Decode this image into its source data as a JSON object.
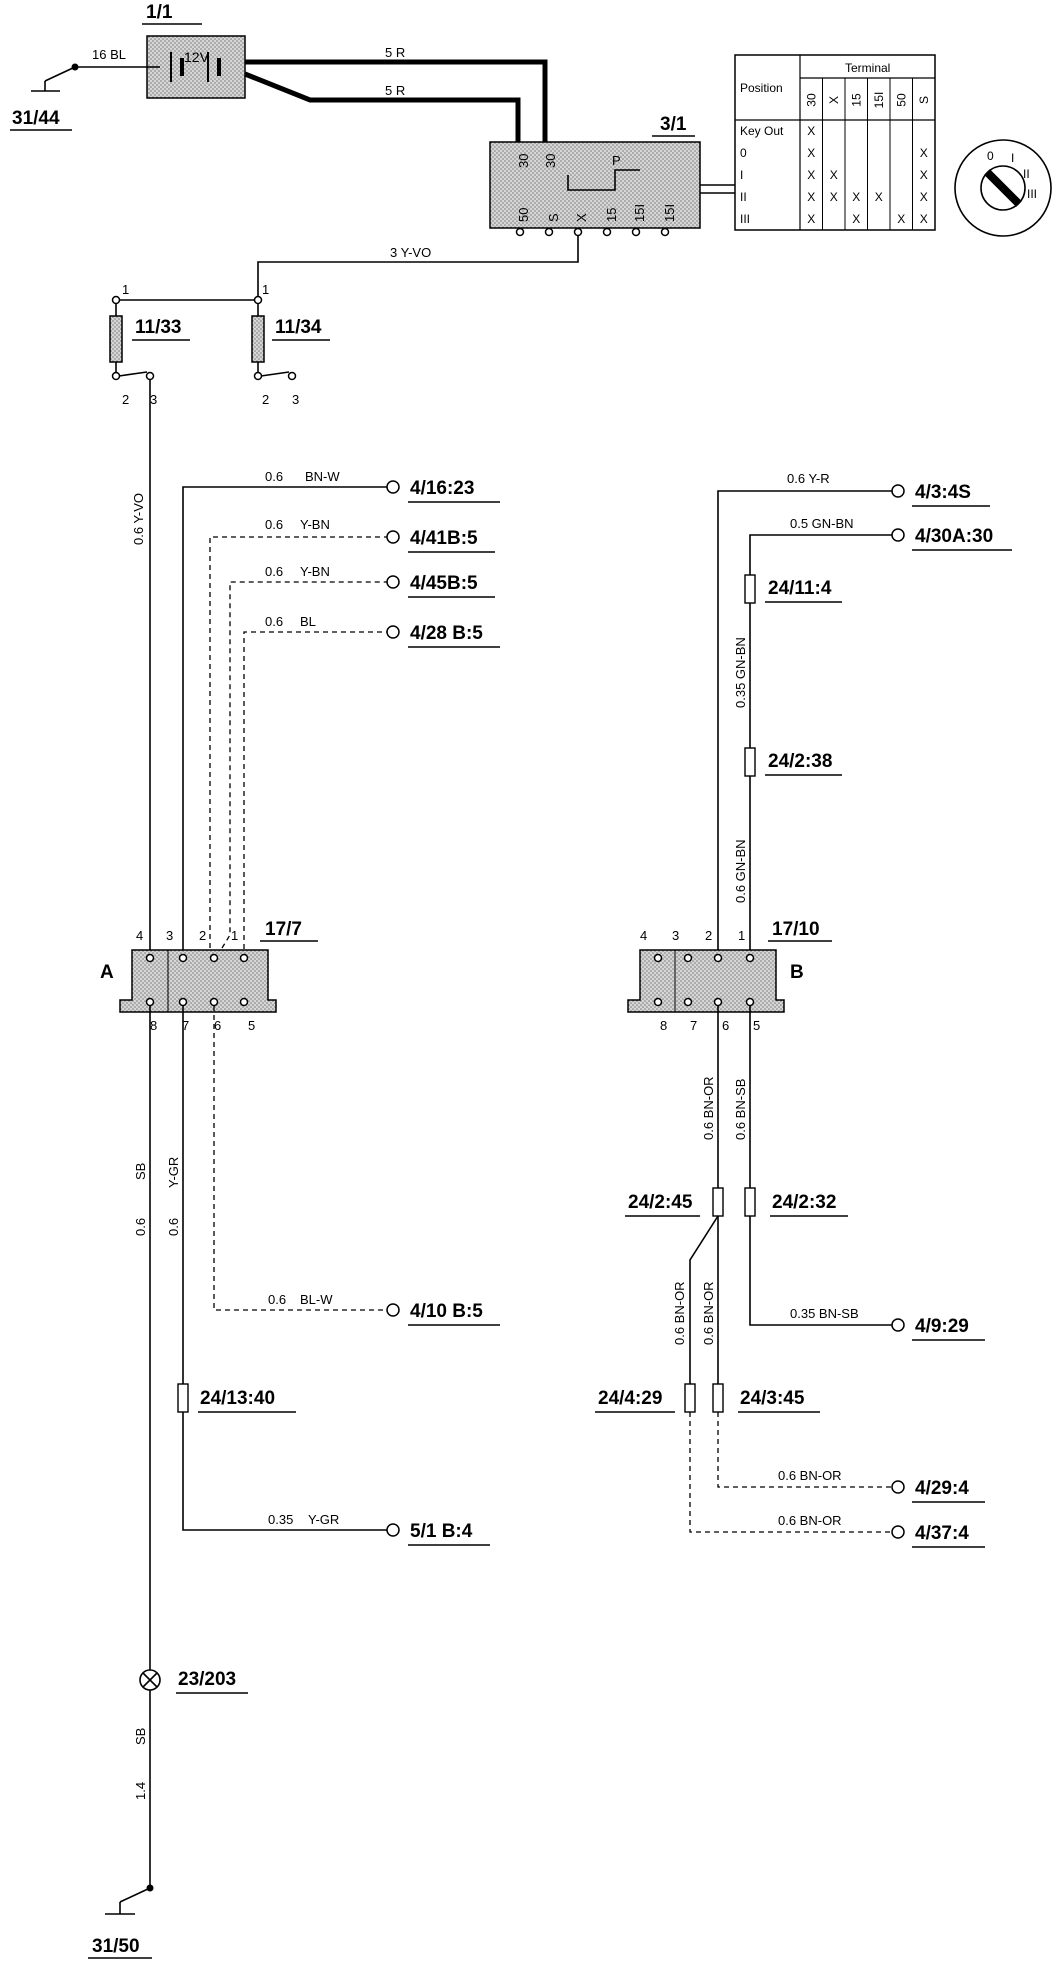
{
  "components": {
    "battery": "1/1",
    "battery_voltage": "12V",
    "ground_top": "31/44",
    "ignition_switch": "3/1",
    "fuse_a": "11/33",
    "fuse_b": "11/34",
    "connector_a": "17/7",
    "connector_b": "17/10",
    "connector_a_letter": "A",
    "connector_b_letter": "B",
    "bulb": "23/203",
    "ground_bottom": "31/50"
  },
  "ignition_pins": {
    "top1": "30",
    "top2": "30",
    "inner": "P",
    "bottom": [
      "50",
      "S",
      "X",
      "15",
      "15I",
      "15I"
    ]
  },
  "fuse_pins": {
    "a_top": "1",
    "a_bottom_left": "2",
    "a_bottom_right": "3",
    "b_top": "1",
    "b_bottom_left": "2",
    "b_bottom_right": "3"
  },
  "wires": {
    "battery_ground": "16 BL",
    "battery_to_switch_1": "5 R",
    "battery_to_switch_2": "5 R",
    "switch_to_fuses": "3 Y-VO",
    "fuse_to_conn_a": "0.6 Y-VO",
    "conn_a_pin3": {
      "size": "0.6",
      "color": "BN-W"
    },
    "conn_a_pin2": {
      "size": "0.6",
      "color": "Y-BN"
    },
    "conn_a_pin1a": {
      "size": "0.6",
      "color": "Y-BN"
    },
    "conn_a_pin1b": {
      "size": "0.6",
      "color": "BL"
    },
    "conn_a_pin8_size": "0.6",
    "conn_a_pin8_color": "SB",
    "conn_a_pin7_size": "0.6",
    "conn_a_pin7_color": "Y-GR",
    "conn_a_pin6": {
      "size": "0.6",
      "color": "BL-W"
    },
    "out_5_1": {
      "size": "0.35",
      "color": "Y-GR"
    },
    "ground_wire_size": "1.4",
    "ground_wire_color": "SB",
    "conn_b_pin2": "0.6 Y-R",
    "conn_b_pin1": "0.5 GN-BN",
    "conn_b_pin1_mid": "0.35 GN-BN",
    "conn_b_pin1_low": "0.6 GN-BN",
    "conn_b_pin6": "0.6 BN-OR",
    "conn_b_pin5": "0.6 BN-SB",
    "out_4_9_29": "0.35 BN-SB",
    "bn_or_left": "0.6 BN-OR",
    "bn_or_right": "0.6 BN-OR",
    "out_4_29_4": "0.6 BN-OR",
    "out_4_37_4": "0.6 BN-OR"
  },
  "connectors_a_pins": {
    "top": [
      "4",
      "3",
      "2",
      "1"
    ],
    "bottom": [
      "8",
      "7",
      "6",
      "5"
    ]
  },
  "connectors_b_pins": {
    "top": [
      "4",
      "3",
      "2",
      "1"
    ],
    "bottom": [
      "8",
      "7",
      "6",
      "5"
    ]
  },
  "terminals": {
    "t_4_16_23": "4/16:23",
    "t_4_41b_5": "4/41B:5",
    "t_4_45b_5": "4/45B:5",
    "t_4_28b_5": "4/28 B:5",
    "t_4_10b_5": "4/10 B:5",
    "t_5_1b_4": "5/1 B:4",
    "t_4_3_4s": "4/3:4S",
    "t_4_30a_30": "4/30A:30",
    "t_4_9_29": "4/9:29",
    "t_4_29_4": "4/29:4",
    "t_4_37_4": "4/37:4"
  },
  "splices": {
    "s_24_11_4": "24/11:4",
    "s_24_2_38": "24/2:38",
    "s_24_2_45": "24/2:45",
    "s_24_2_32": "24/2:32",
    "s_24_4_29": "24/4:29",
    "s_24_3_45": "24/3:45",
    "s_24_13_40": "24/13:40"
  },
  "position_table": {
    "position_header": "Position",
    "terminal_header": "Terminal",
    "columns": [
      "30",
      "X",
      "15",
      "15I",
      "50",
      "S"
    ],
    "rows": [
      {
        "label": "Key Out",
        "marks": [
          "X",
          "",
          "",
          "",
          "",
          ""
        ]
      },
      {
        "label": "0",
        "marks": [
          "X",
          "",
          "",
          "",
          "",
          "X"
        ]
      },
      {
        "label": "I",
        "marks": [
          "X",
          "X",
          "",
          "",
          "",
          "X"
        ]
      },
      {
        "label": "II",
        "marks": [
          "X",
          "X",
          "X",
          "X",
          "",
          "X"
        ]
      },
      {
        "label": "III",
        "marks": [
          "X",
          "",
          "X",
          "",
          "X",
          "X"
        ]
      }
    ]
  },
  "key_positions": [
    "0",
    "I",
    "II",
    "III"
  ]
}
